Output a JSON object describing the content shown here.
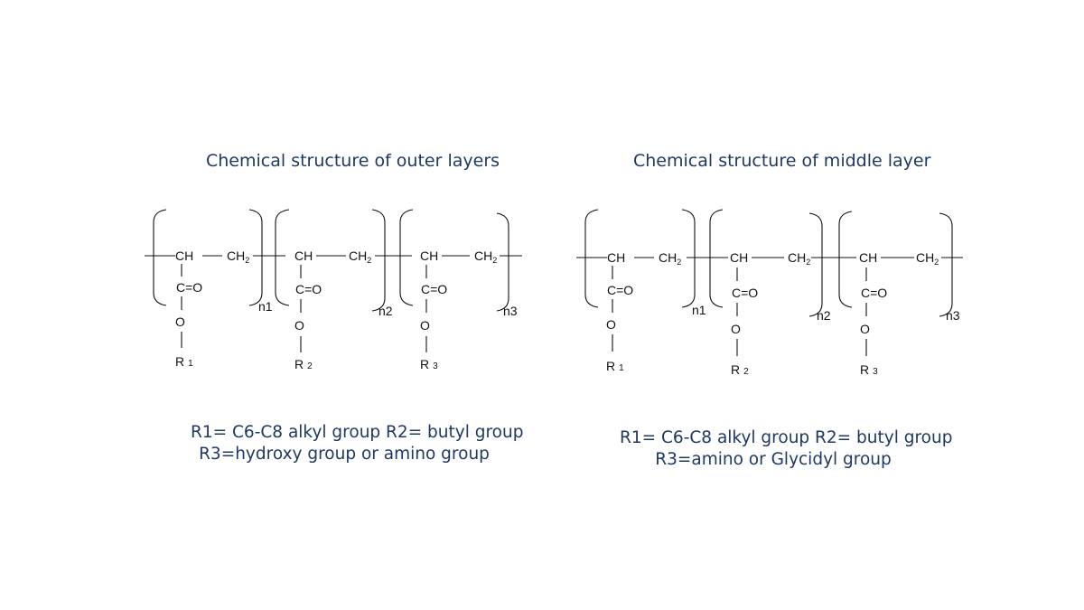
{
  "left_panel": {
    "title": "Chemical structure of outer layers",
    "units": [
      {
        "backbone_a": "CH",
        "backbone_b": "CH",
        "carbonyl": "C=O",
        "oxygen": "O",
        "r": "R",
        "r_index": "1",
        "repeat": "n1"
      },
      {
        "backbone_a": "CH",
        "backbone_b": "CH",
        "carbonyl": "C=O",
        "oxygen": "O",
        "r": "R",
        "r_index": "2",
        "repeat": "n2"
      },
      {
        "backbone_a": "CH",
        "backbone_b": "CH",
        "carbonyl": "C=O",
        "oxygen": "O",
        "r": "R",
        "r_index": "3",
        "repeat": "n3"
      }
    ],
    "legend_line1": "R1= C6-C8 alkyl group  R2= butyl group",
    "legend_line2": "R3=hydroxy group or amino group"
  },
  "right_panel": {
    "title": "Chemical structure of middle layer",
    "units": [
      {
        "backbone_a": "CH",
        "backbone_b": "CH",
        "carbonyl": "C=O",
        "oxygen": "O",
        "r": "R",
        "r_index": "1",
        "repeat": "n1"
      },
      {
        "backbone_a": "CH",
        "backbone_b": "CH",
        "carbonyl": "C=O",
        "oxygen": "O",
        "r": "R",
        "r_index": "2",
        "repeat": "n2"
      },
      {
        "backbone_a": "CH",
        "backbone_b": "CH",
        "carbonyl": "C=O",
        "oxygen": "O",
        "r": "R",
        "r_index": "3",
        "repeat": "n3"
      }
    ],
    "legend_line1": "R1= C6-C8 alkyl group  R2= butyl group",
    "legend_line2": "R3=amino or  Glycidyl group"
  },
  "chem": {
    "ch2_main": "CH",
    "ch2_sub": "2"
  },
  "colors": {
    "text_blue": "#1f3864",
    "structure": "#111111"
  }
}
